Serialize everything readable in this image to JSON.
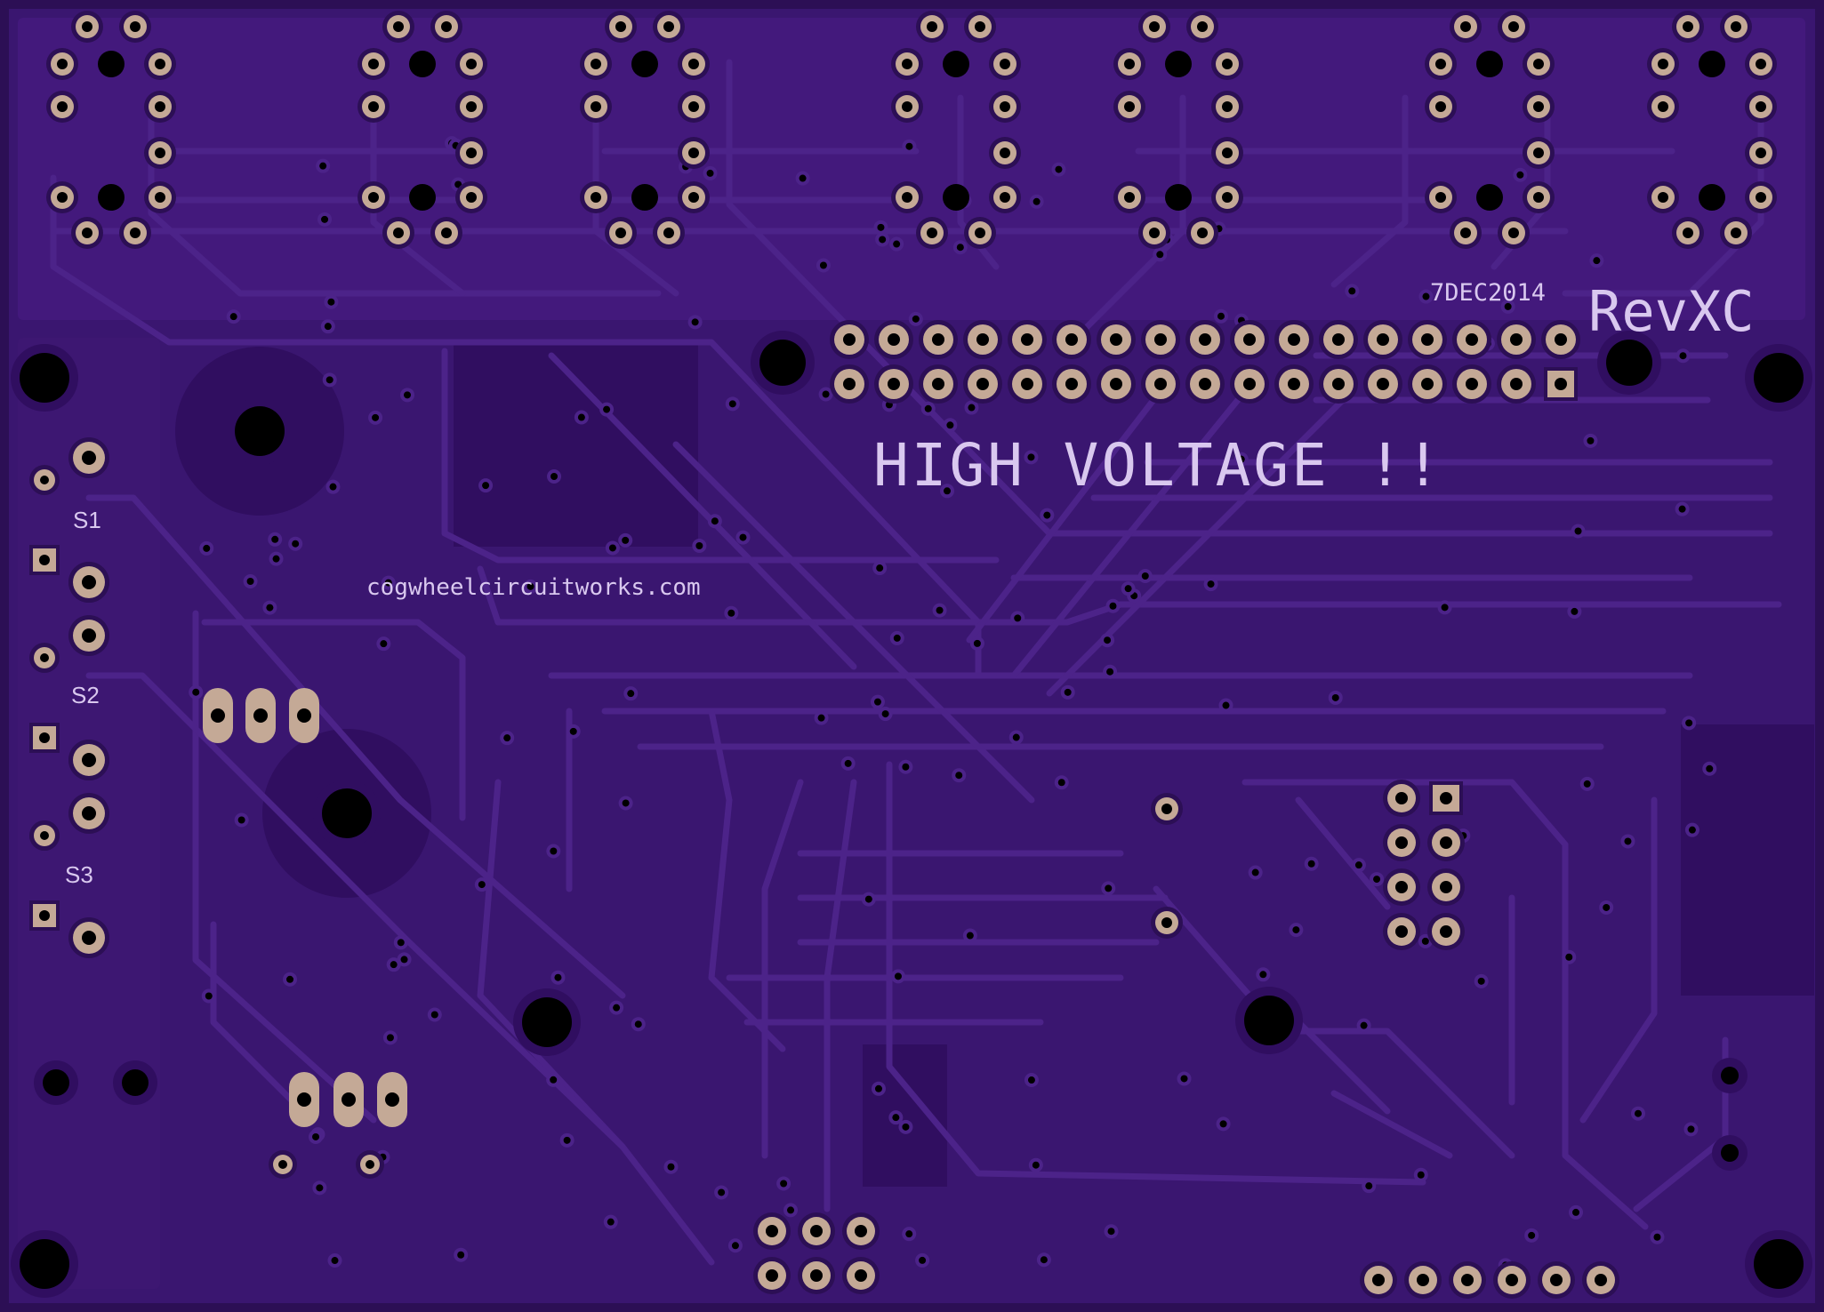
{
  "board": {
    "labels": {
      "date": "7DEC2014",
      "revision": "RevXC",
      "warning": "HIGH VOLTAGE !!",
      "website": "cogwheelcircuitworks.com",
      "switch_1": "S1",
      "switch_2": "S2",
      "switch_3": "S3"
    },
    "colors": {
      "soldermask": "#3a1670",
      "copper_pour": "#451c80",
      "trace": "#4c2389",
      "pad": "#c4a996",
      "drill": "#000000",
      "silkscreen": "#d9c8ef"
    }
  }
}
